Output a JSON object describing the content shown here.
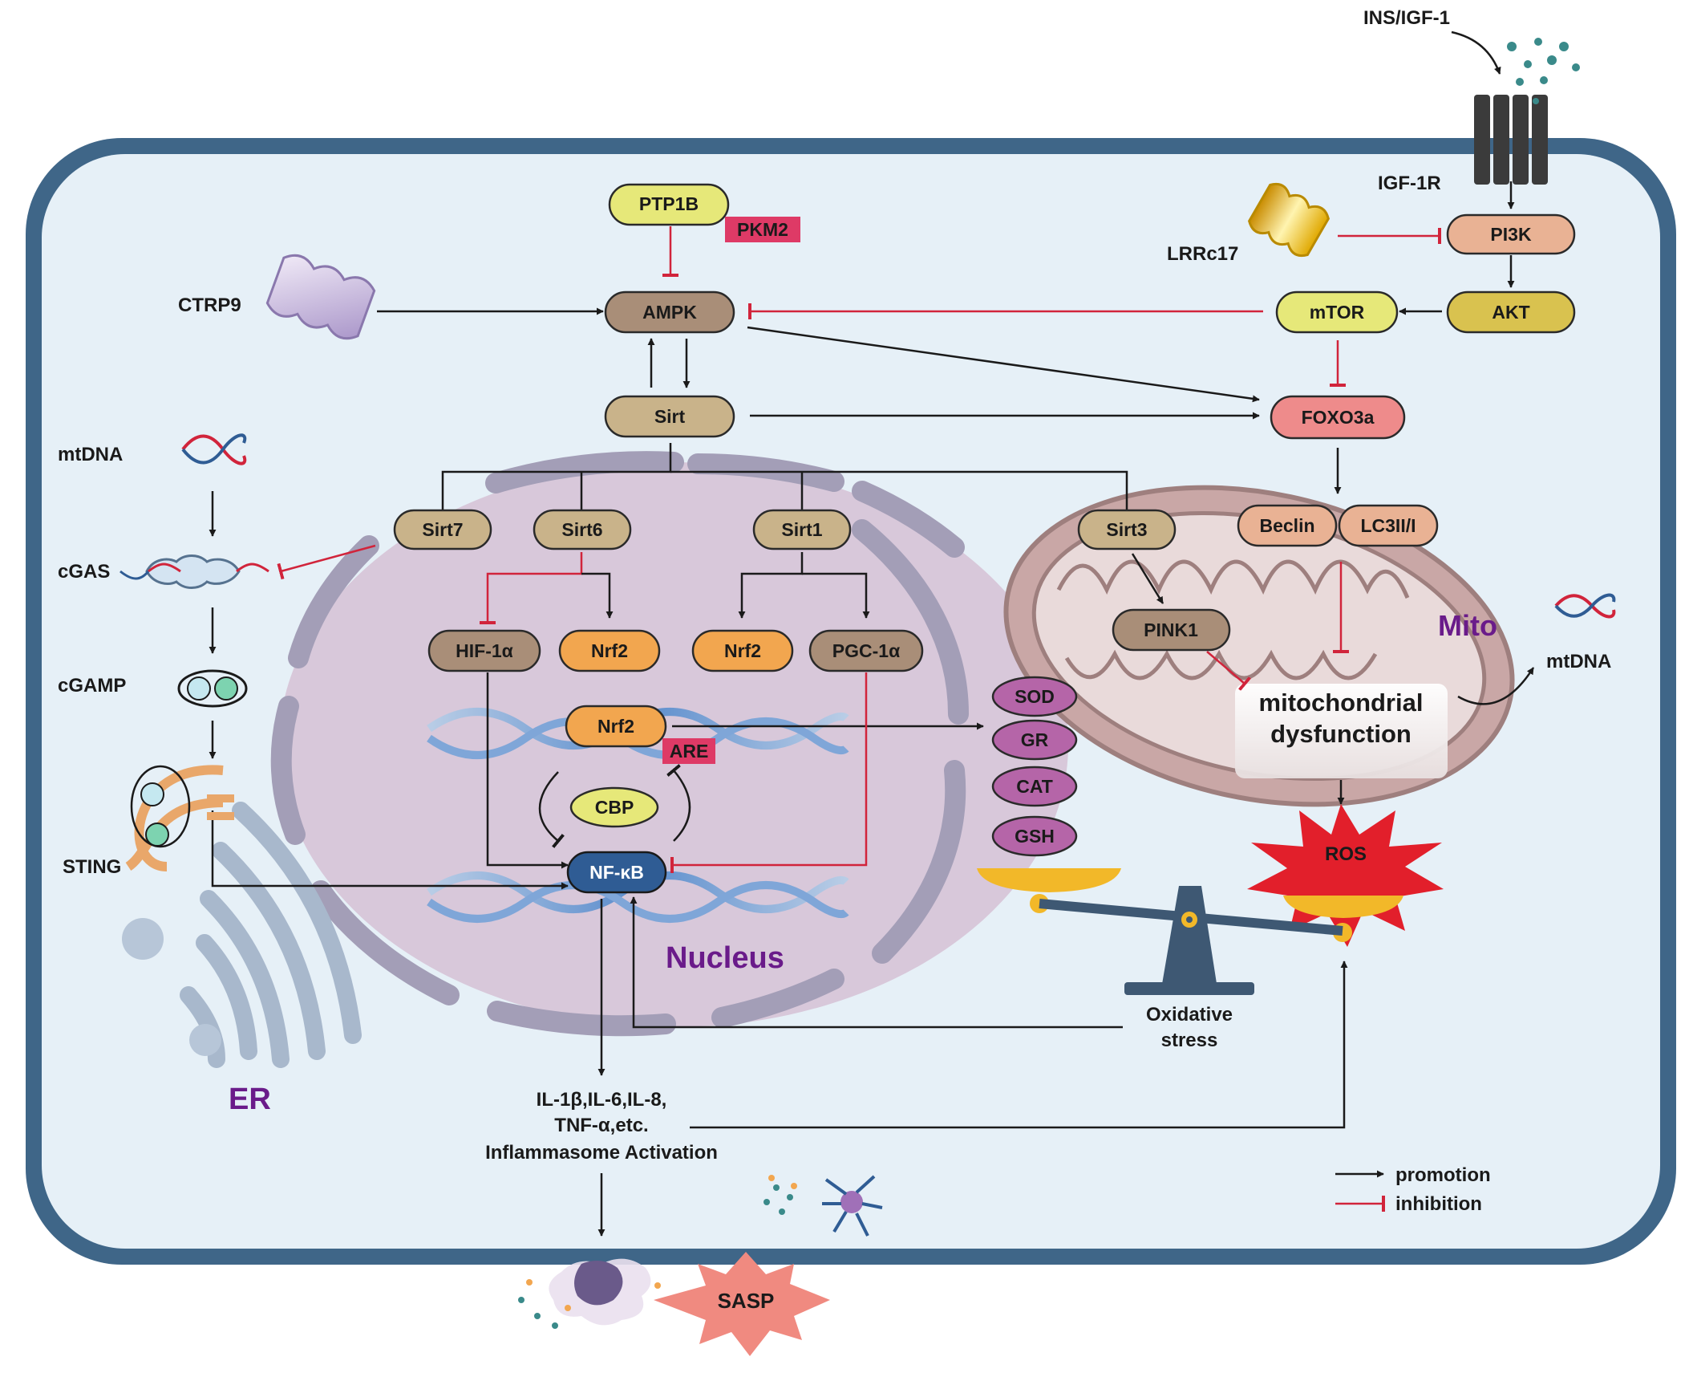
{
  "colors": {
    "cell_border": "#3f6688",
    "cytoplasm": "#e6f0f7",
    "nucleus": "#d8c8da",
    "mito": "#c9a7a6",
    "promotion": "#1a1a1a",
    "inhibition": "#d1243b",
    "node_tan": "#c9b38a",
    "node_brown": "#a98e78",
    "node_orange": "#f2a64f",
    "node_yellow": "#e6e879",
    "node_pink": "#ee8b8b",
    "node_salmon": "#e9b294",
    "node_magenta": "#b565a8",
    "node_navy": "#2f5c94",
    "akt": "#d9c24f",
    "ros": "#e21f2b",
    "sasp": "#f08a80",
    "tag": "#de3a66"
  },
  "extracellular": {
    "ligand": "INS/IGF-1",
    "receptor": "IGF-1R",
    "mtdna_out": "mtDNA",
    "sasp": "SASP"
  },
  "nodes": {
    "ptp1b": "PTP1B",
    "pkm2": "PKM2",
    "ampk": "AMPK",
    "ctrp9": "CTRP9",
    "sirt": "Sirt",
    "sirt7": "Sirt7",
    "sirt6": "Sirt6",
    "sirt1": "Sirt1",
    "sirt3": "Sirt3",
    "hif1a": "HIF-1α",
    "nrf2_a": "Nrf2",
    "nrf2_b": "Nrf2",
    "pgc1a": "PGC-1α",
    "nrf2_c": "Nrf2",
    "are": "ARE",
    "cbp": "CBP",
    "nfkb": "NF-κB",
    "pi3k": "PI3K",
    "lrrc17": "LRRc17",
    "akt": "AKT",
    "mtor": "mTOR",
    "foxo3a": "FOXO3a",
    "beclin": "Beclin",
    "lc3": "LC3II/I",
    "pink1": "PINK1",
    "sod": "SOD",
    "gr": "GR",
    "cat": "CAT",
    "gsh": "GSH",
    "ros": "ROS"
  },
  "cgas_pathway": {
    "mtdna": "mtDNA",
    "cgas": "cGAS",
    "cgamp": "cGAMP",
    "sting": "STING"
  },
  "labels": {
    "nucleus": "Nucleus",
    "mito": "Mito",
    "er": "ER",
    "mito_dysfunction_1": "mitochondrial",
    "mito_dysfunction_2": "dysfunction",
    "oxidative_1": "Oxidative",
    "oxidative_2": "stress",
    "cytokines_1": "IL-1β,IL-6,IL-8,",
    "cytokines_2": "TNF-α,etc.",
    "cytokines_3": "Inflammasome Activation"
  },
  "legend": {
    "promotion": "promotion",
    "inhibition": "inhibition"
  }
}
